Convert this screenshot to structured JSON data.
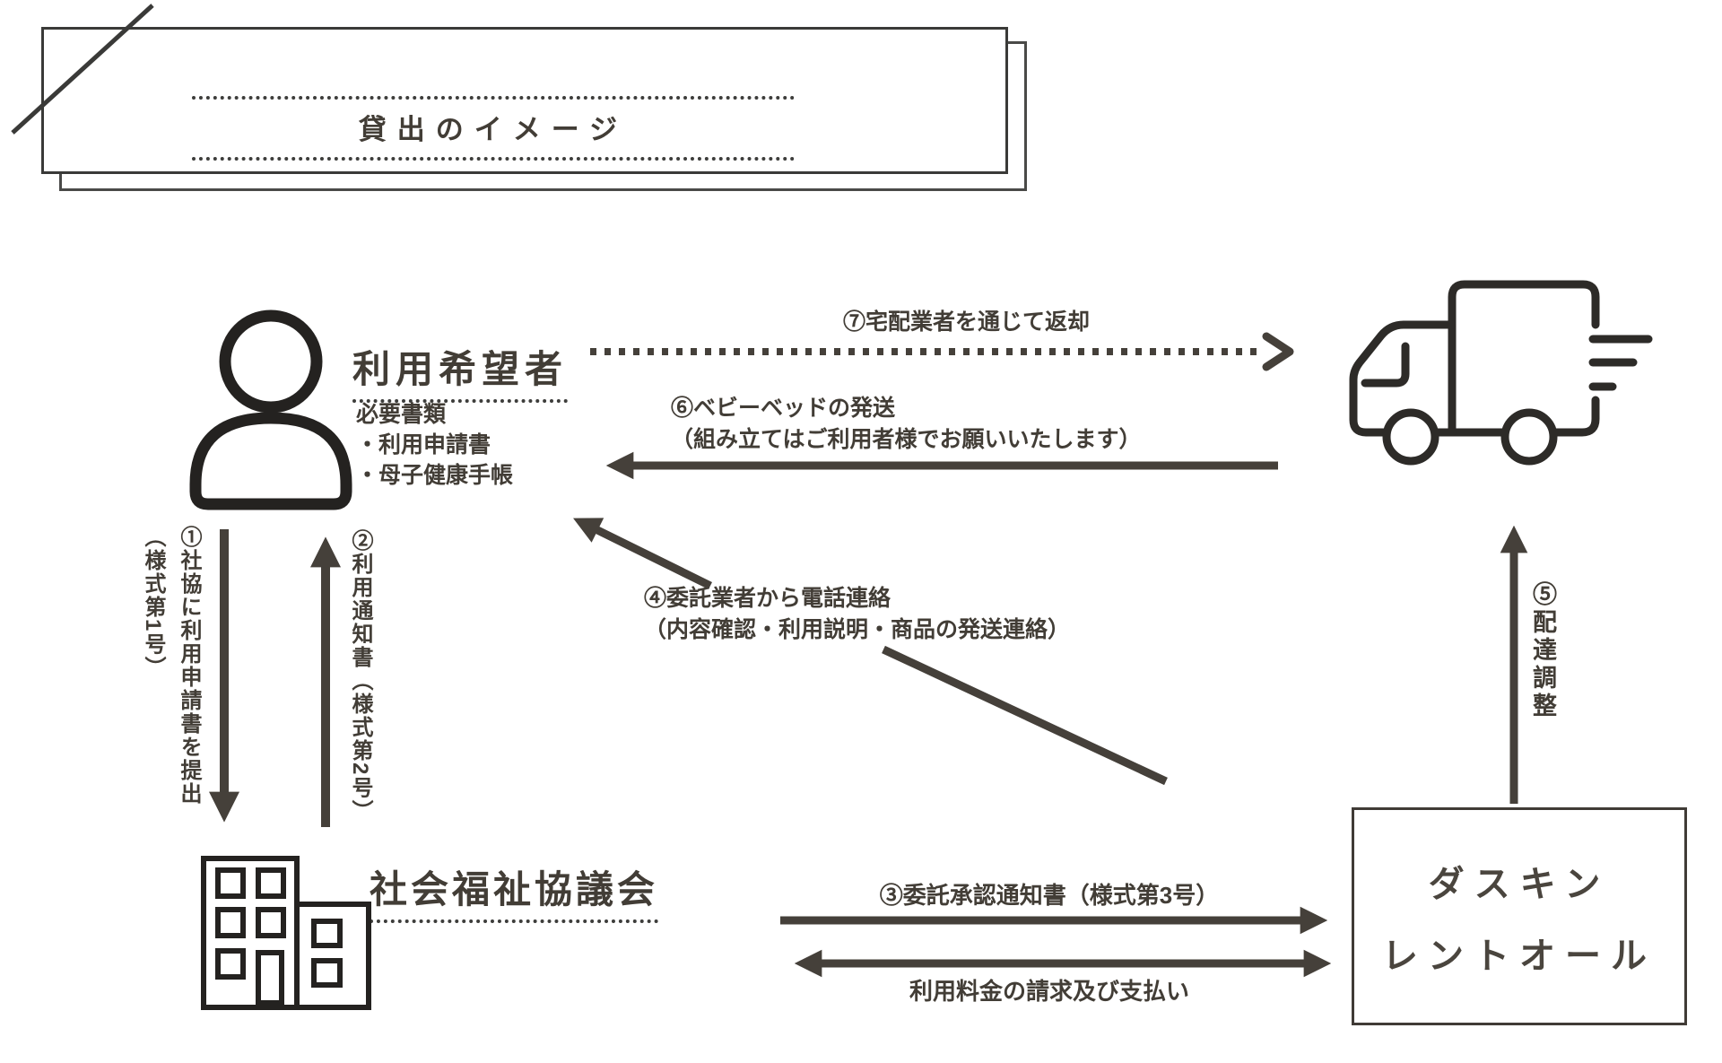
{
  "colors": {
    "ink": "#423d36",
    "arrow": "#45403a",
    "icon_stroke": "#242220",
    "box_border": "#3a3a38"
  },
  "title_box": {
    "title": "貸出のイメージ"
  },
  "user": {
    "name": "利用希望者",
    "docs_heading": "必要書類",
    "doc1": "・利用申請書",
    "doc2": "・母子健康手帳"
  },
  "council": {
    "name": "社会福祉協議会"
  },
  "vendor": {
    "name_line1": "ダスキン",
    "name_line2": "レントオール"
  },
  "steps": {
    "s1_line1": "①社協に利用申請書を提出",
    "s1_line2": "（様式第1号）",
    "s2": "②利用通知書（様式第2号）",
    "s3": "③委託承認通知書（様式第3号）",
    "s4_line1": "④委託業者から電話連絡",
    "s4_line2": "（内容確認・利用説明・商品の発送連絡）",
    "s5": "⑤配達調整",
    "s6_line1": "⑥ベビーベッドの発送",
    "s6_line2": "（組み立てはご利用者様でお願いいたします）",
    "s7": "⑦宅配業者を通じて返却",
    "payment": "利用料金の請求及び支払い"
  }
}
